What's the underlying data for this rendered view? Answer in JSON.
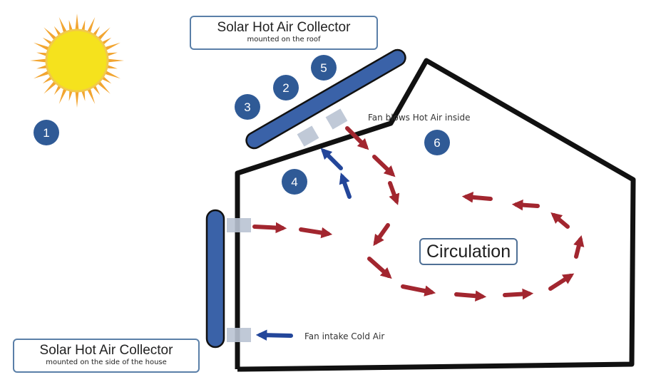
{
  "labels": {
    "roof_collector_title": "Solar Hot Air Collector",
    "roof_collector_sub": "mounted on the roof",
    "side_collector_title": "Solar Hot Air Collector",
    "side_collector_sub": "mounted on the side of the house",
    "fan_hot": "Fan blows Hot Air inside",
    "fan_cold": "Fan intake Cold Air",
    "circulation": "Circulation"
  },
  "markers": [
    {
      "id": "marker-1",
      "text": "1"
    },
    {
      "id": "marker-2",
      "text": "2"
    },
    {
      "id": "marker-3",
      "text": "3"
    },
    {
      "id": "marker-4",
      "text": "4"
    },
    {
      "id": "marker-5",
      "text": "5"
    },
    {
      "id": "marker-6",
      "text": "6"
    }
  ],
  "colors": {
    "sun_core": "#f5e21d",
    "sun_rays": "#f2a531",
    "collector": "#3a62a8",
    "marker": "#2f5a96",
    "hot_arrow": "#a2262f",
    "cold_arrow": "#23469a",
    "house_outline": "#111111",
    "vent": "#b9c3d3"
  }
}
